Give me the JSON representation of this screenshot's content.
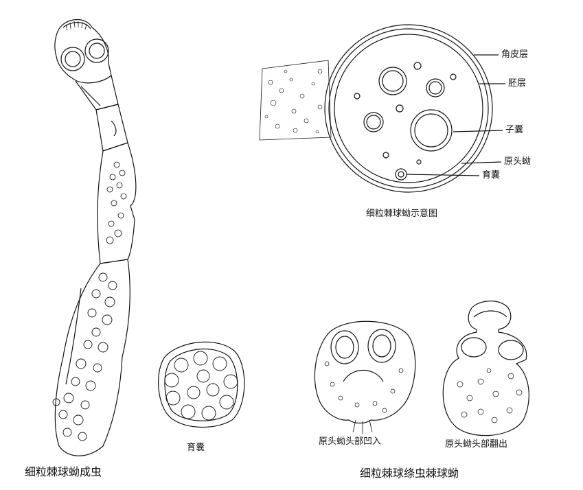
{
  "labels": {
    "adult_caption": "细粒棘球蚴成虫",
    "brood_capsule_caption": "育囊",
    "schematic_caption": "细粒棘球蚴示意图",
    "cuticle": "角皮层",
    "germinal_layer": "胚层",
    "daughter_cyst": "子囊",
    "protoscolex": "原头蚴",
    "brood_capsule": "育囊",
    "protoscolex_invaginated": "原头蚴头部凹入",
    "protoscolex_evaginated": "原头蚴头部翻出",
    "bottom_caption": "细粒棘球绦虫棘球蚴"
  },
  "colors": {
    "ink": "#111111",
    "paper": "#ffffff"
  }
}
